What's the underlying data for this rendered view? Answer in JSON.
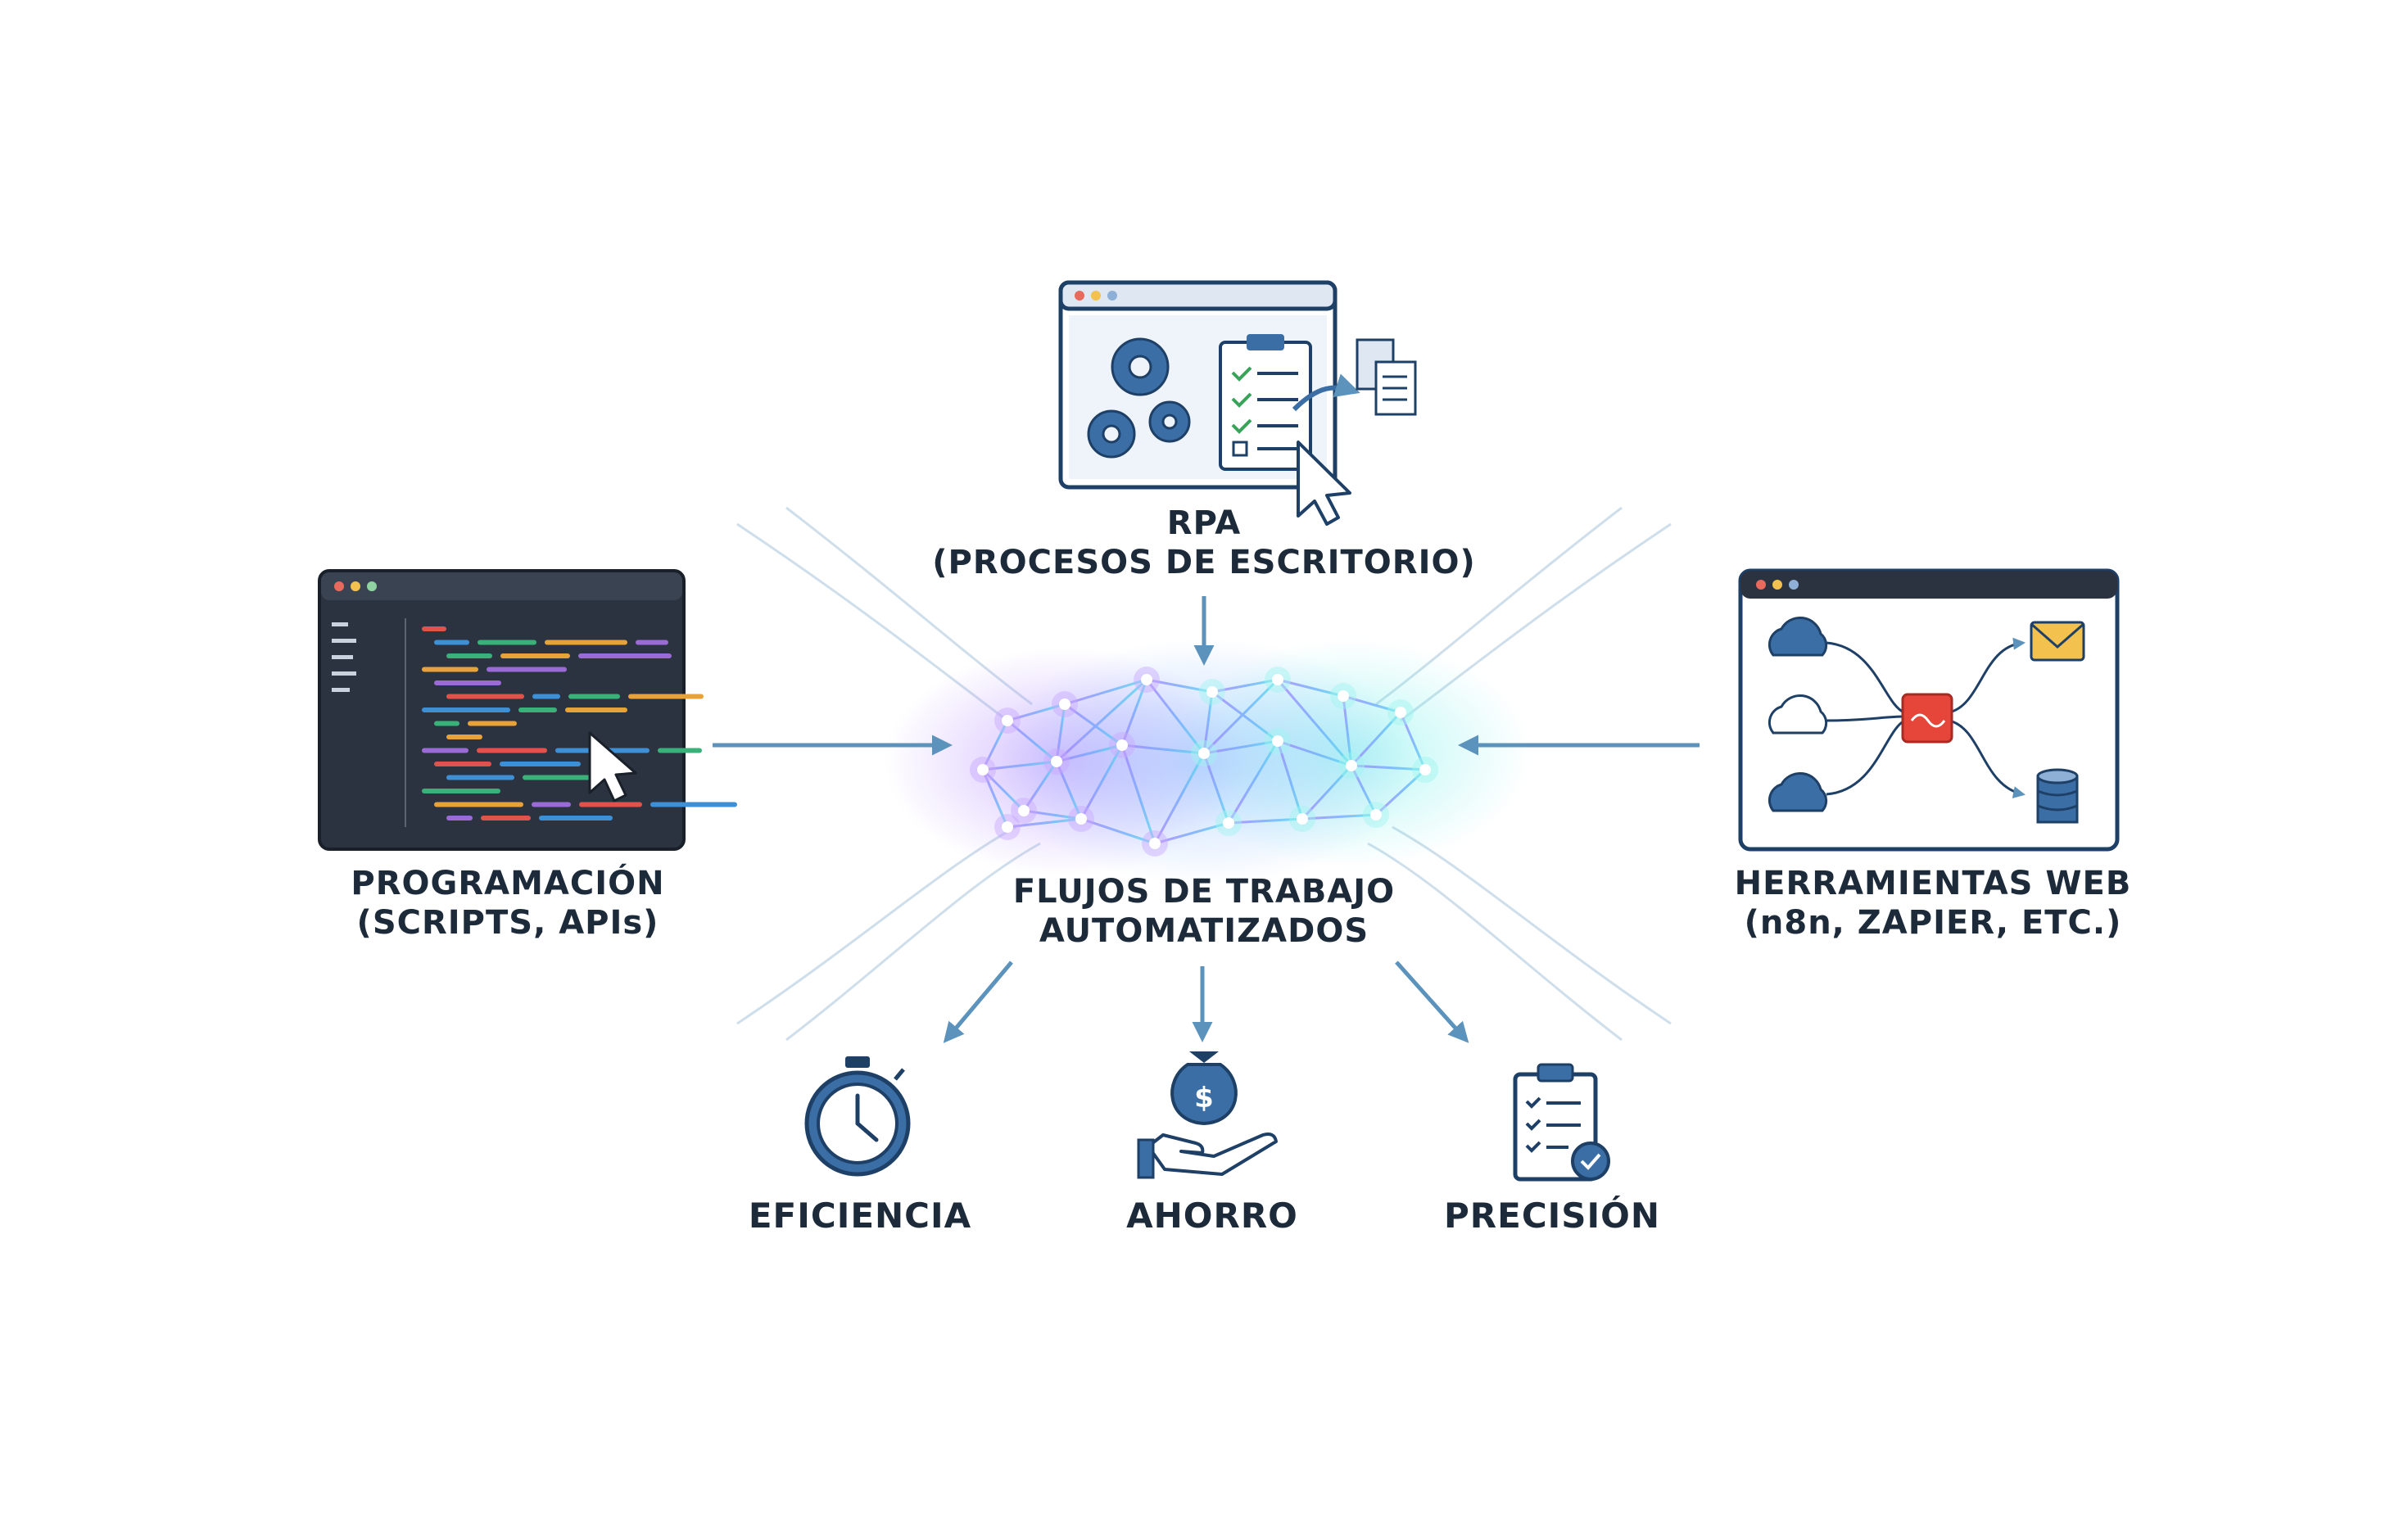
{
  "center": {
    "line1": "FLUJOS DE TRABAJO",
    "line2": "AUTOMATIZADOS"
  },
  "sources": {
    "rpa": {
      "line1": "RPA",
      "line2": "(PROCESOS DE ESCRITORIO)",
      "icon": "rpa-window-icon"
    },
    "programacion": {
      "line1": "PROGRAMACIÓN",
      "line2": "(SCRIPTS, APIs)",
      "icon": "code-editor-icon"
    },
    "web": {
      "line1": "HERRAMIENTAS WEB",
      "line2": "(n8n, ZAPIER, ETC.)",
      "icon": "workflow-window-icon"
    }
  },
  "outcomes": [
    {
      "label": "EFICIENCIA",
      "icon": "stopwatch-icon"
    },
    {
      "label": "AHORRO",
      "icon": "money-hand-icon"
    },
    {
      "label": "PRECISIÓN",
      "icon": "checklist-icon"
    }
  ],
  "colors": {
    "arrow": "#5b93bd",
    "icon_dark": "#1e3f66",
    "icon_blue": "#3b6ea5",
    "network_purple": "#9b6bff",
    "network_teal": "#4fe0e8",
    "code_bg": "#2b3340"
  }
}
